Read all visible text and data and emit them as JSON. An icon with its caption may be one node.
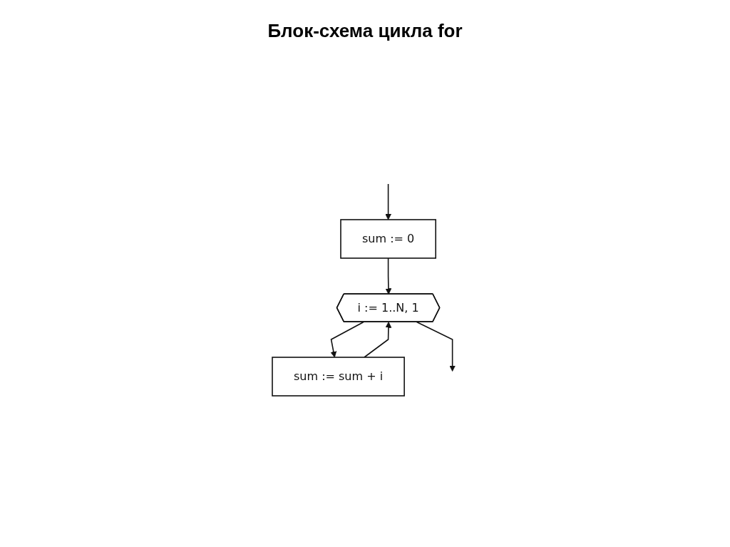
{
  "diagram": {
    "title": "Блок-схема цикла for",
    "nodes": [
      {
        "text": [
          "sum := 0"
        ]
      },
      {
        "text": [
          "i := 1..N, 1"
        ]
      },
      {
        "text": [
          "sum := sum + i"
        ]
      }
    ],
    "edges": [
      {
        "from": null,
        "to": 0,
        "arrow": "to"
      },
      {
        "from": 0,
        "to": 1,
        "arrow": "to"
      },
      {
        "from": 1,
        "to": 2,
        "arrow": "to"
      },
      {
        "from": 2,
        "to": 1,
        "arrow": "to"
      },
      {
        "from": 1,
        "to": null,
        "arrow": "to"
      }
    ]
  }
}
